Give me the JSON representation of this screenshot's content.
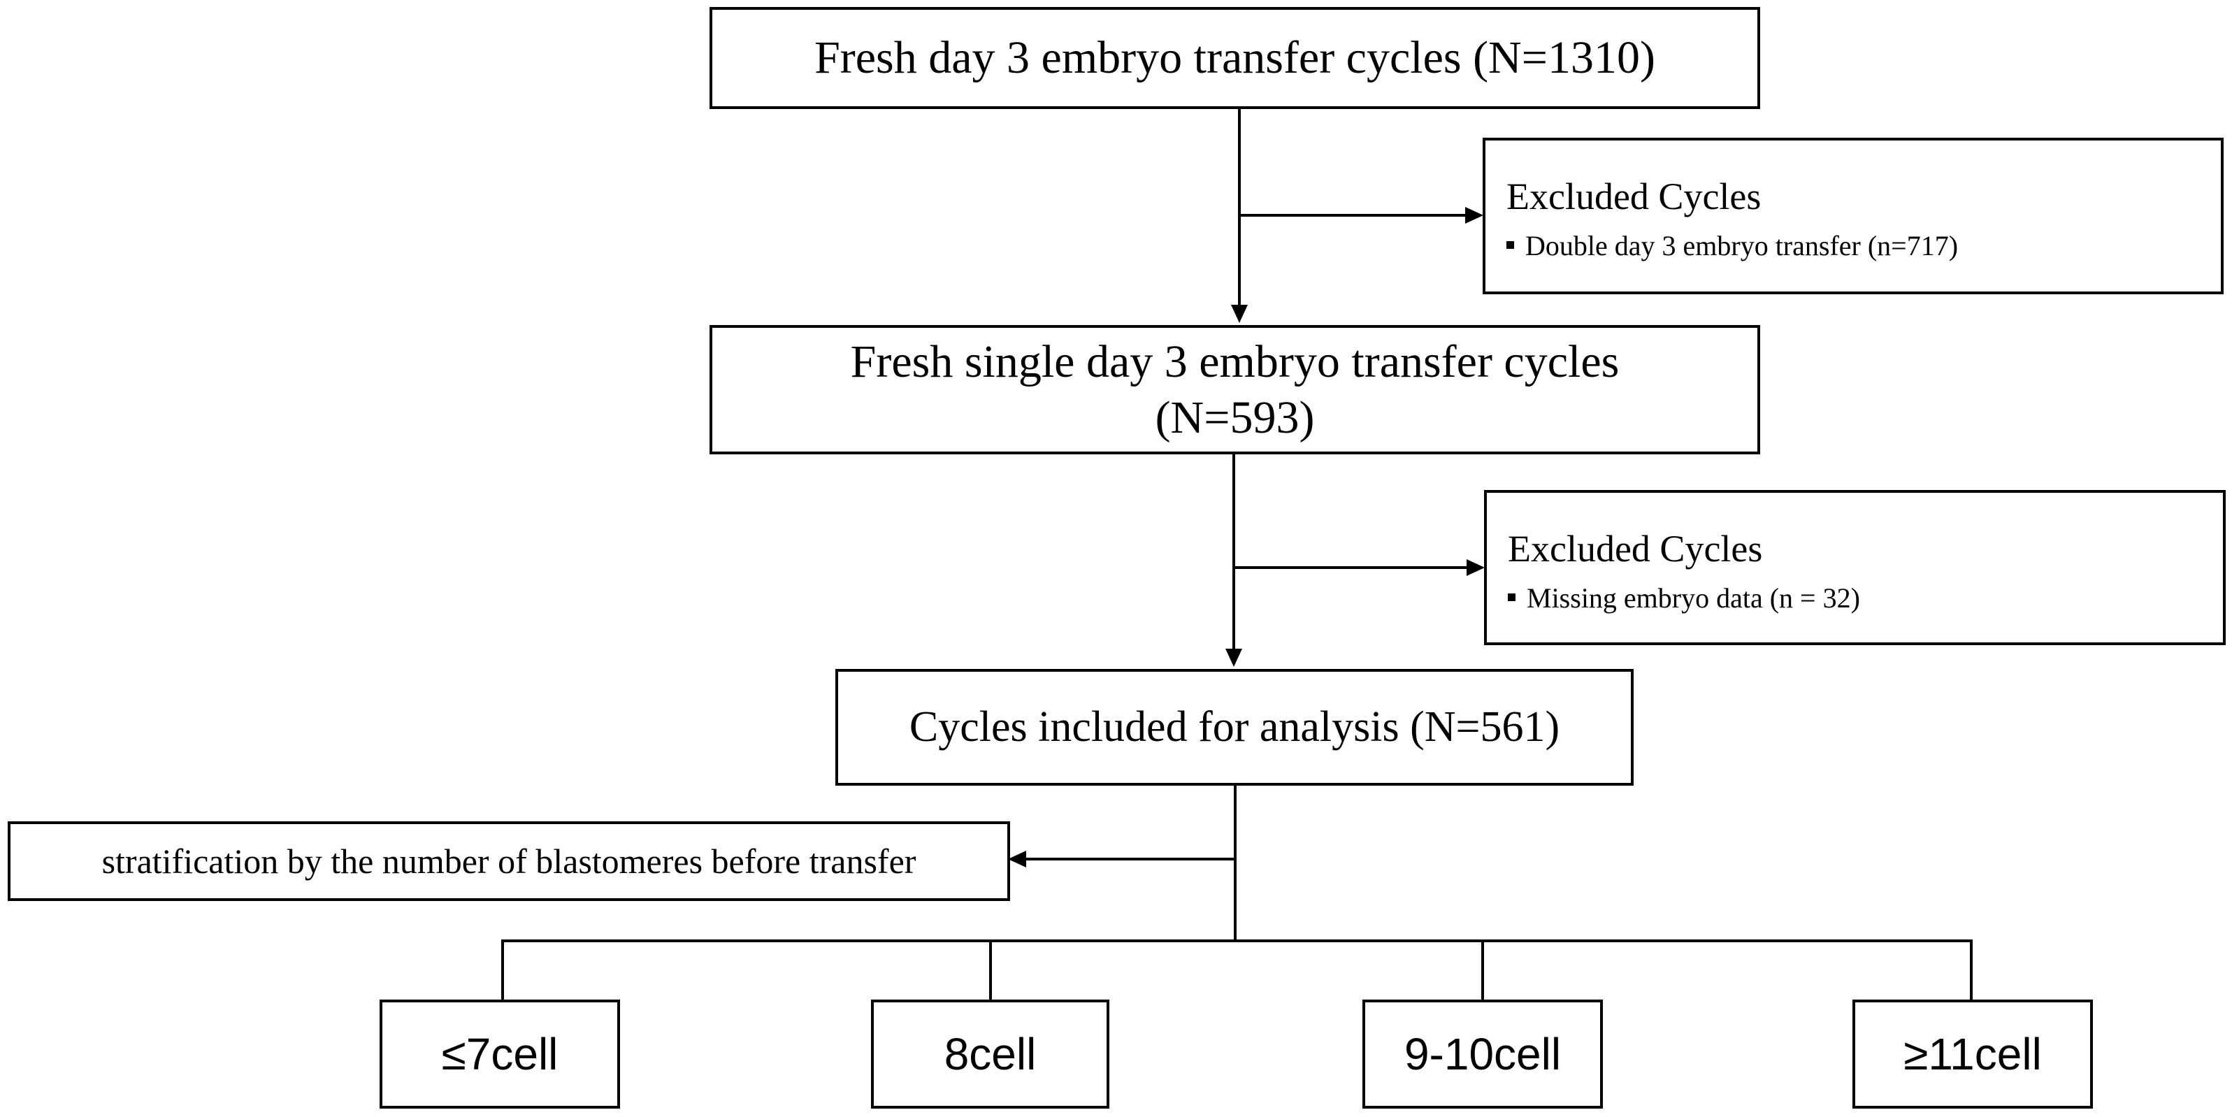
{
  "boxes": {
    "fresh_day3": "Fresh day 3 embryo transfer cycles (N=1310)",
    "fresh_single_line1": "Fresh single day 3 embryo transfer cycles",
    "fresh_single_line2": "(N=593)",
    "included": "Cycles included for analysis (N=561)",
    "stratification": "stratification by the number of blastomeres before transfer"
  },
  "exclusions": [
    {
      "title": "Excluded Cycles",
      "item": "Double day 3 embryo transfer (n=717)"
    },
    {
      "title": "Excluded Cycles",
      "item": "Missing embryo  data (n = 32)"
    }
  ],
  "groups": [
    "≤7cell",
    "8cell",
    "9-10cell",
    "≥11cell"
  ]
}
